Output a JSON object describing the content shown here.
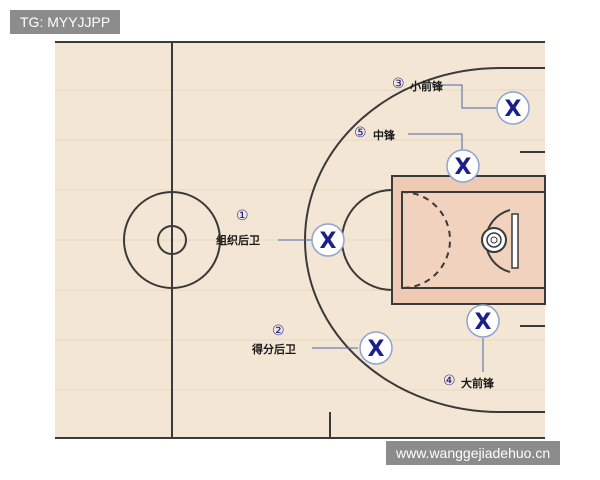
{
  "watermark_top": "TG: MYYJJPP",
  "watermark_bottom": "www.wanggejiadehuo.cn",
  "colors": {
    "floor": "#f4e6d4",
    "paint": "#eec9b4",
    "line": "#3a3a3a",
    "marker": "#1b1f8a",
    "leader": "#4a68a8"
  },
  "marker_glyph": "X",
  "positions": [
    {
      "num": "①",
      "label": "组织后卫"
    },
    {
      "num": "②",
      "label": "得分后卫"
    },
    {
      "num": "③",
      "label": "小前锋"
    },
    {
      "num": "④",
      "label": "大前锋"
    },
    {
      "num": "⑤",
      "label": "中锋"
    }
  ]
}
